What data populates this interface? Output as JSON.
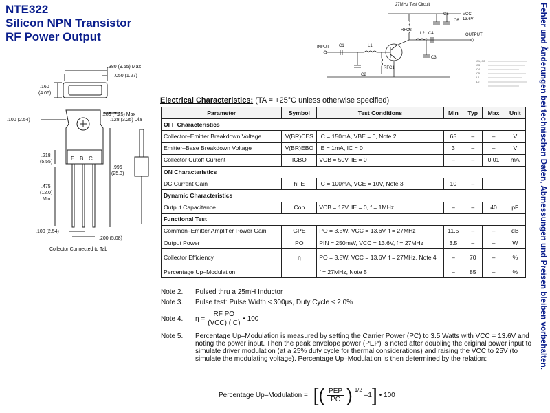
{
  "header": {
    "part": "NTE322",
    "line2": "Silicon NPN Transistor",
    "line3": "RF Power Output"
  },
  "side_note": "Fehler und Änderungen bei technischen Daten, Abmessungen und Preisen bleiben vorbehalten.",
  "package": {
    "dim_width": ".380 (9.65) Max",
    "dim_050": ".050 (1.27)",
    "dim_160": ".160",
    "dim_160_mm": "(4.06)",
    "dim_100": ".100 (2.54)",
    "dim_285": ".285 (7.25) Max",
    "dim_hole": ".128 (3.25) Dia",
    "dim_218": ".218",
    "dim_218_mm": "(5.55)",
    "dim_996": ".996",
    "dim_996_mm": "(25.3)",
    "dim_475": ".475",
    "dim_475_mm": "(12.0)",
    "dim_475_min": "Min",
    "dim_pitch": ".100 (2.54)",
    "dim_200": ".200 (5.08)",
    "pin_e": "E",
    "pin_b": "B",
    "pin_c": "C",
    "caption": "Collector Connected to Tab"
  },
  "circuit": {
    "title": "27MHz Test Circuit",
    "vcc": "VCC",
    "vcc_value": "13.6V",
    "input": "INPUT",
    "output": "OUTPUT",
    "labels": [
      "C1",
      "C2",
      "C3",
      "C4",
      "C5",
      "C6",
      "L1",
      "L2",
      "RFC1",
      "RFC2"
    ]
  },
  "electrical": {
    "heading": "Electrical Characteristics:",
    "condition": "(TA = +25°C unless otherwise specified)",
    "columns": [
      "Parameter",
      "Symbol",
      "Test Conditions",
      "Min",
      "Typ",
      "Max",
      "Unit"
    ],
    "rows": [
      {
        "section": "OFF Characteristics"
      },
      {
        "param": "Collector–Emitter Breakdown Voltage",
        "symbol": "V(BR)CES",
        "cond": "IC = 150mA, VBE = 0, Note 2",
        "min": "65",
        "typ": "–",
        "max": "–",
        "unit": "V"
      },
      {
        "param": "Emitter–Base Breakdown Voltage",
        "symbol": "V(BR)EBO",
        "cond": "IE = 1mA, IC = 0",
        "min": "3",
        "typ": "–",
        "max": "–",
        "unit": "V"
      },
      {
        "param": "Collector Cutoff Current",
        "symbol": "ICBO",
        "cond": "VCB = 50V, IE = 0",
        "min": "–",
        "typ": "–",
        "max": "0.01",
        "unit": "mA"
      },
      {
        "section": "ON Characteristics"
      },
      {
        "param": "DC Current Gain",
        "symbol": "hFE",
        "cond": "IC = 100mA, VCE = 10V, Note 3",
        "min": "10",
        "typ": "–",
        "max": "",
        "unit": ""
      },
      {
        "section": "Dynamic Characteristics"
      },
      {
        "param": "Output Capacitance",
        "symbol": "Cob",
        "cond": "VCB = 12V, IE = 0, f = 1MHz",
        "min": "–",
        "typ": "–",
        "max": "40",
        "unit": "pF"
      },
      {
        "section": "Functional Test"
      },
      {
        "param": "Common–Emitter Amplifier Power Gain",
        "symbol": "GPE",
        "cond": "PO = 3.5W, VCC = 13.6V, f = 27MHz",
        "min": "11.5",
        "typ": "–",
        "max": "–",
        "unit": "dB"
      },
      {
        "param": "Output Power",
        "symbol": "PO",
        "cond": "PIN = 250mW, VCC = 13.6V, f = 27MHz",
        "min": "3.5",
        "typ": "–",
        "max": "–",
        "unit": "W"
      },
      {
        "param": "Collector Efficiency",
        "symbol": "η",
        "cond": "PO = 3.5W, VCC = 13.6V, f = 27MHz, Note 4",
        "min": "–",
        "typ": "70",
        "max": "–",
        "unit": "%",
        "tall": true
      },
      {
        "param": "Percentage Up–Modulation",
        "symbol": "",
        "cond": "f = 27MHz, Note 5",
        "min": "–",
        "typ": "85",
        "max": "–",
        "unit": "%"
      }
    ]
  },
  "notes": {
    "note_label": "Note",
    "n2_num": "2.",
    "n2": "Pulsed thru a 25mH Inductor",
    "n3_num": "3.",
    "n3": "Pulse test:  Pulse Width ≤ 300μs, Duty Cycle ≤ 2.0%",
    "n4_num": "4.",
    "n4_eta": "η =",
    "n4_num_top": "RF PO",
    "n4_den": "(VCC) (IC)",
    "n4_tail": "• 100",
    "n5_num": "5.",
    "n5": "Percentage Up–Modulation is measured by setting the Carrier Power (PC) to 3.5 Watts with VCC = 13.6V and noting the power input.  Then the peak envelope power (PEP) is noted after doubling the original power input to simulate driver modulation (at a 25% duty cycle for thermal considerations) and raising the VCC to 25V (to simulate the modulating voltage).  Percentage Up–Modulation is then determined by the relation:",
    "formula_label": "Percentage Up–Modulation =",
    "formula_top": "PEP",
    "formula_bottom": "PC",
    "formula_exp": "1/2",
    "formula_minus": "–1",
    "formula_tail": "• 100"
  }
}
